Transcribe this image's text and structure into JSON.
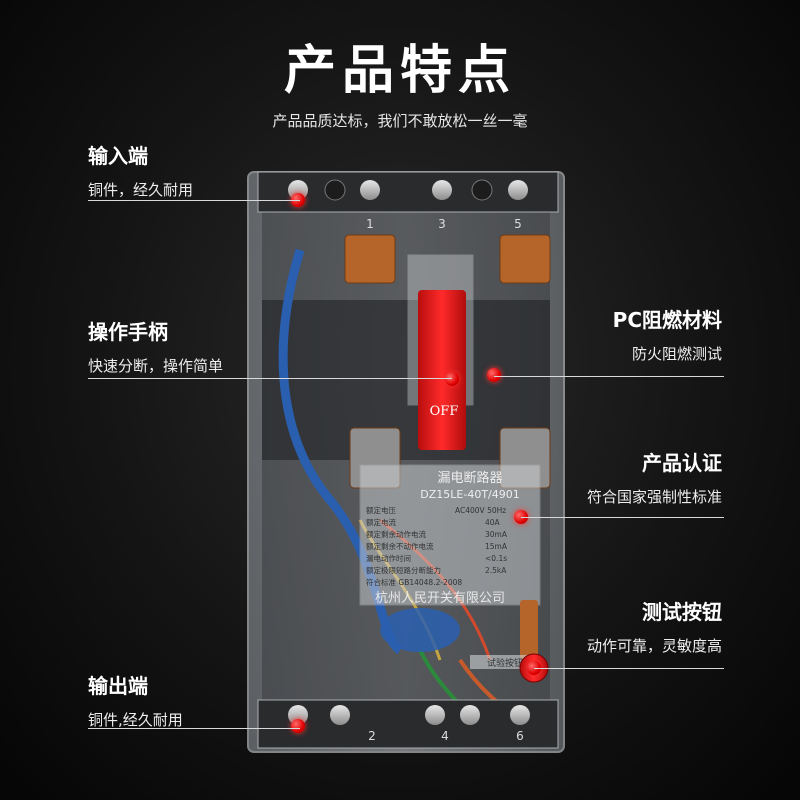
{
  "header": {
    "title": "产品特点",
    "subtitle": "产品品质达标，我们不敢放松一丝一毫"
  },
  "device": {
    "terminal_numbers_top": [
      "1",
      "3",
      "5"
    ],
    "terminal_numbers_bottom": [
      "2",
      "4",
      "6"
    ],
    "handle_label": "OFF",
    "model_title": "漏电断路器",
    "model_code": "DZ15LE-40T/4901",
    "spec_left": [
      "额定电压",
      "额定电流",
      "额定剩余动作电流",
      "额定剩余不动作电流",
      "漏电动作时间",
      "额定极限短路分断能力",
      "符合标准 GB14048.2-2008"
    ],
    "spec_right": [
      "AC400V 50Hz",
      "40A",
      "30mA",
      "15mA",
      "<0.1s",
      "2.5kA"
    ],
    "manufacturer": "杭州人民开关有限公司",
    "test_button_label": "试验按钮",
    "colors": {
      "handle": "#e01818",
      "dot": "#e00000",
      "copper": "#b5652a",
      "wire_blue": "#2a5fb0"
    }
  },
  "callouts": {
    "input": {
      "title": "输入端",
      "desc": "铜件，经久耐用"
    },
    "handle": {
      "title": "操作手柄",
      "desc": "快速分断，操作简单"
    },
    "material": {
      "title": "PC阻燃材料",
      "desc": "防火阻燃测试"
    },
    "cert": {
      "title": "产品认证",
      "desc": "符合国家强制性标准"
    },
    "test": {
      "title": "测试按钮",
      "desc": "动作可靠，灵敏度高"
    },
    "output": {
      "title": "输出端",
      "desc": "铜件,经久耐用"
    }
  }
}
